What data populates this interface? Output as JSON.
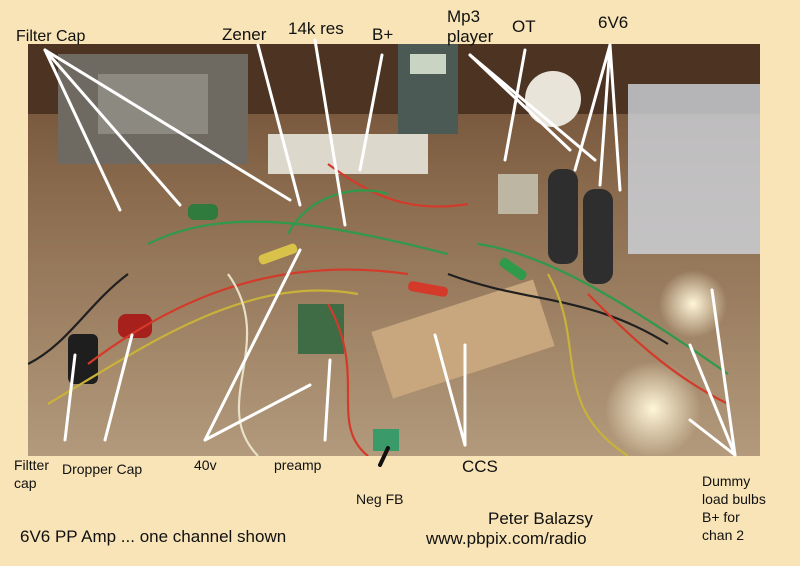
{
  "labels": {
    "filter_cap": "Filter Cap",
    "zener": "Zener",
    "res_14k": "14k res",
    "b_plus": "B+",
    "mp3_line1": "Mp3",
    "mp3_line2": "player",
    "ot": "OT",
    "tube_6v6": "6V6",
    "filter_cap_lower_line1": "Filtter",
    "filter_cap_lower_line2": "cap",
    "dropper_cap": "Dropper Cap",
    "v40": "40v",
    "preamp": "preamp",
    "ccs": "CCS",
    "neg_fb": "Neg FB",
    "dummy_line1": "Dummy",
    "dummy_line2": "load bulbs",
    "dummy_line3": "B+ for",
    "dummy_line4": "chan 2"
  },
  "caption": {
    "title": "6V6 PP Amp ... one channel shown",
    "author": "Peter Balazsy",
    "url": "www.pbpix.com/radio"
  },
  "colors": {
    "border": "#f8e4b6",
    "pointer_lines": "#ffffff",
    "text": "#111111"
  }
}
